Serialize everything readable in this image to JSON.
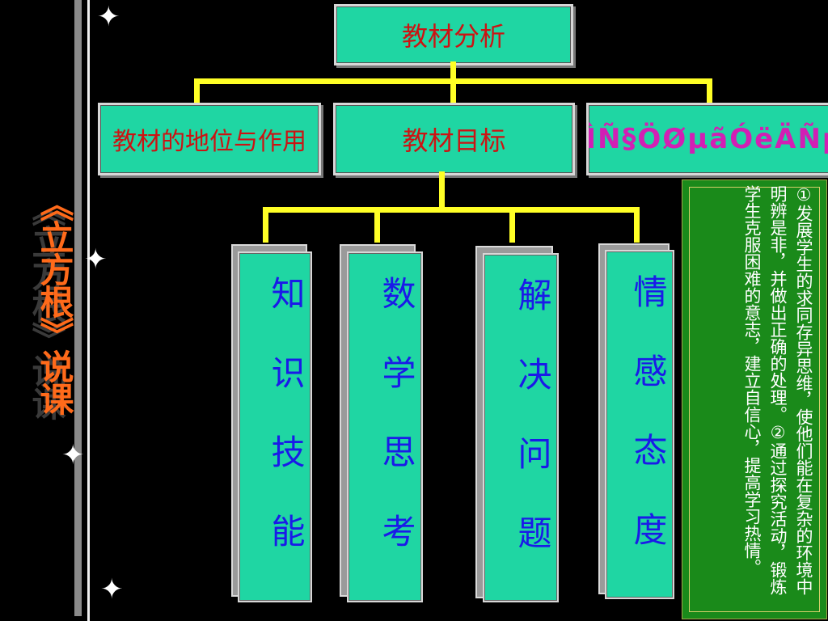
{
  "side_title": "《立方根》说课",
  "title_box": {
    "label": "教材分析"
  },
  "level2": [
    {
      "label": "教材的地位与作用"
    },
    {
      "label": "教材目标"
    },
    {
      "label": "½ÌÑ§ÖØµãÓëÄÑµã"
    }
  ],
  "goals": [
    {
      "label": "知识技能"
    },
    {
      "label": "数学思考"
    },
    {
      "label": "解决问题"
    },
    {
      "label": "情感态度"
    }
  ],
  "description": "①发展学生的求同存异思维，使他们能在复杂的环境中明辨是非，并做出正确的处理。②通过探究活动，锻炼学生克服困难的意志，建立自信心，提高学习热情。",
  "colors": {
    "box_fill": "#1fd6a3",
    "connector": "#ffff26",
    "title_text": "#cc1313",
    "card_text": "#1a1ae8",
    "side_title": "#ff6a1a",
    "panel": "#1a8a1a"
  }
}
